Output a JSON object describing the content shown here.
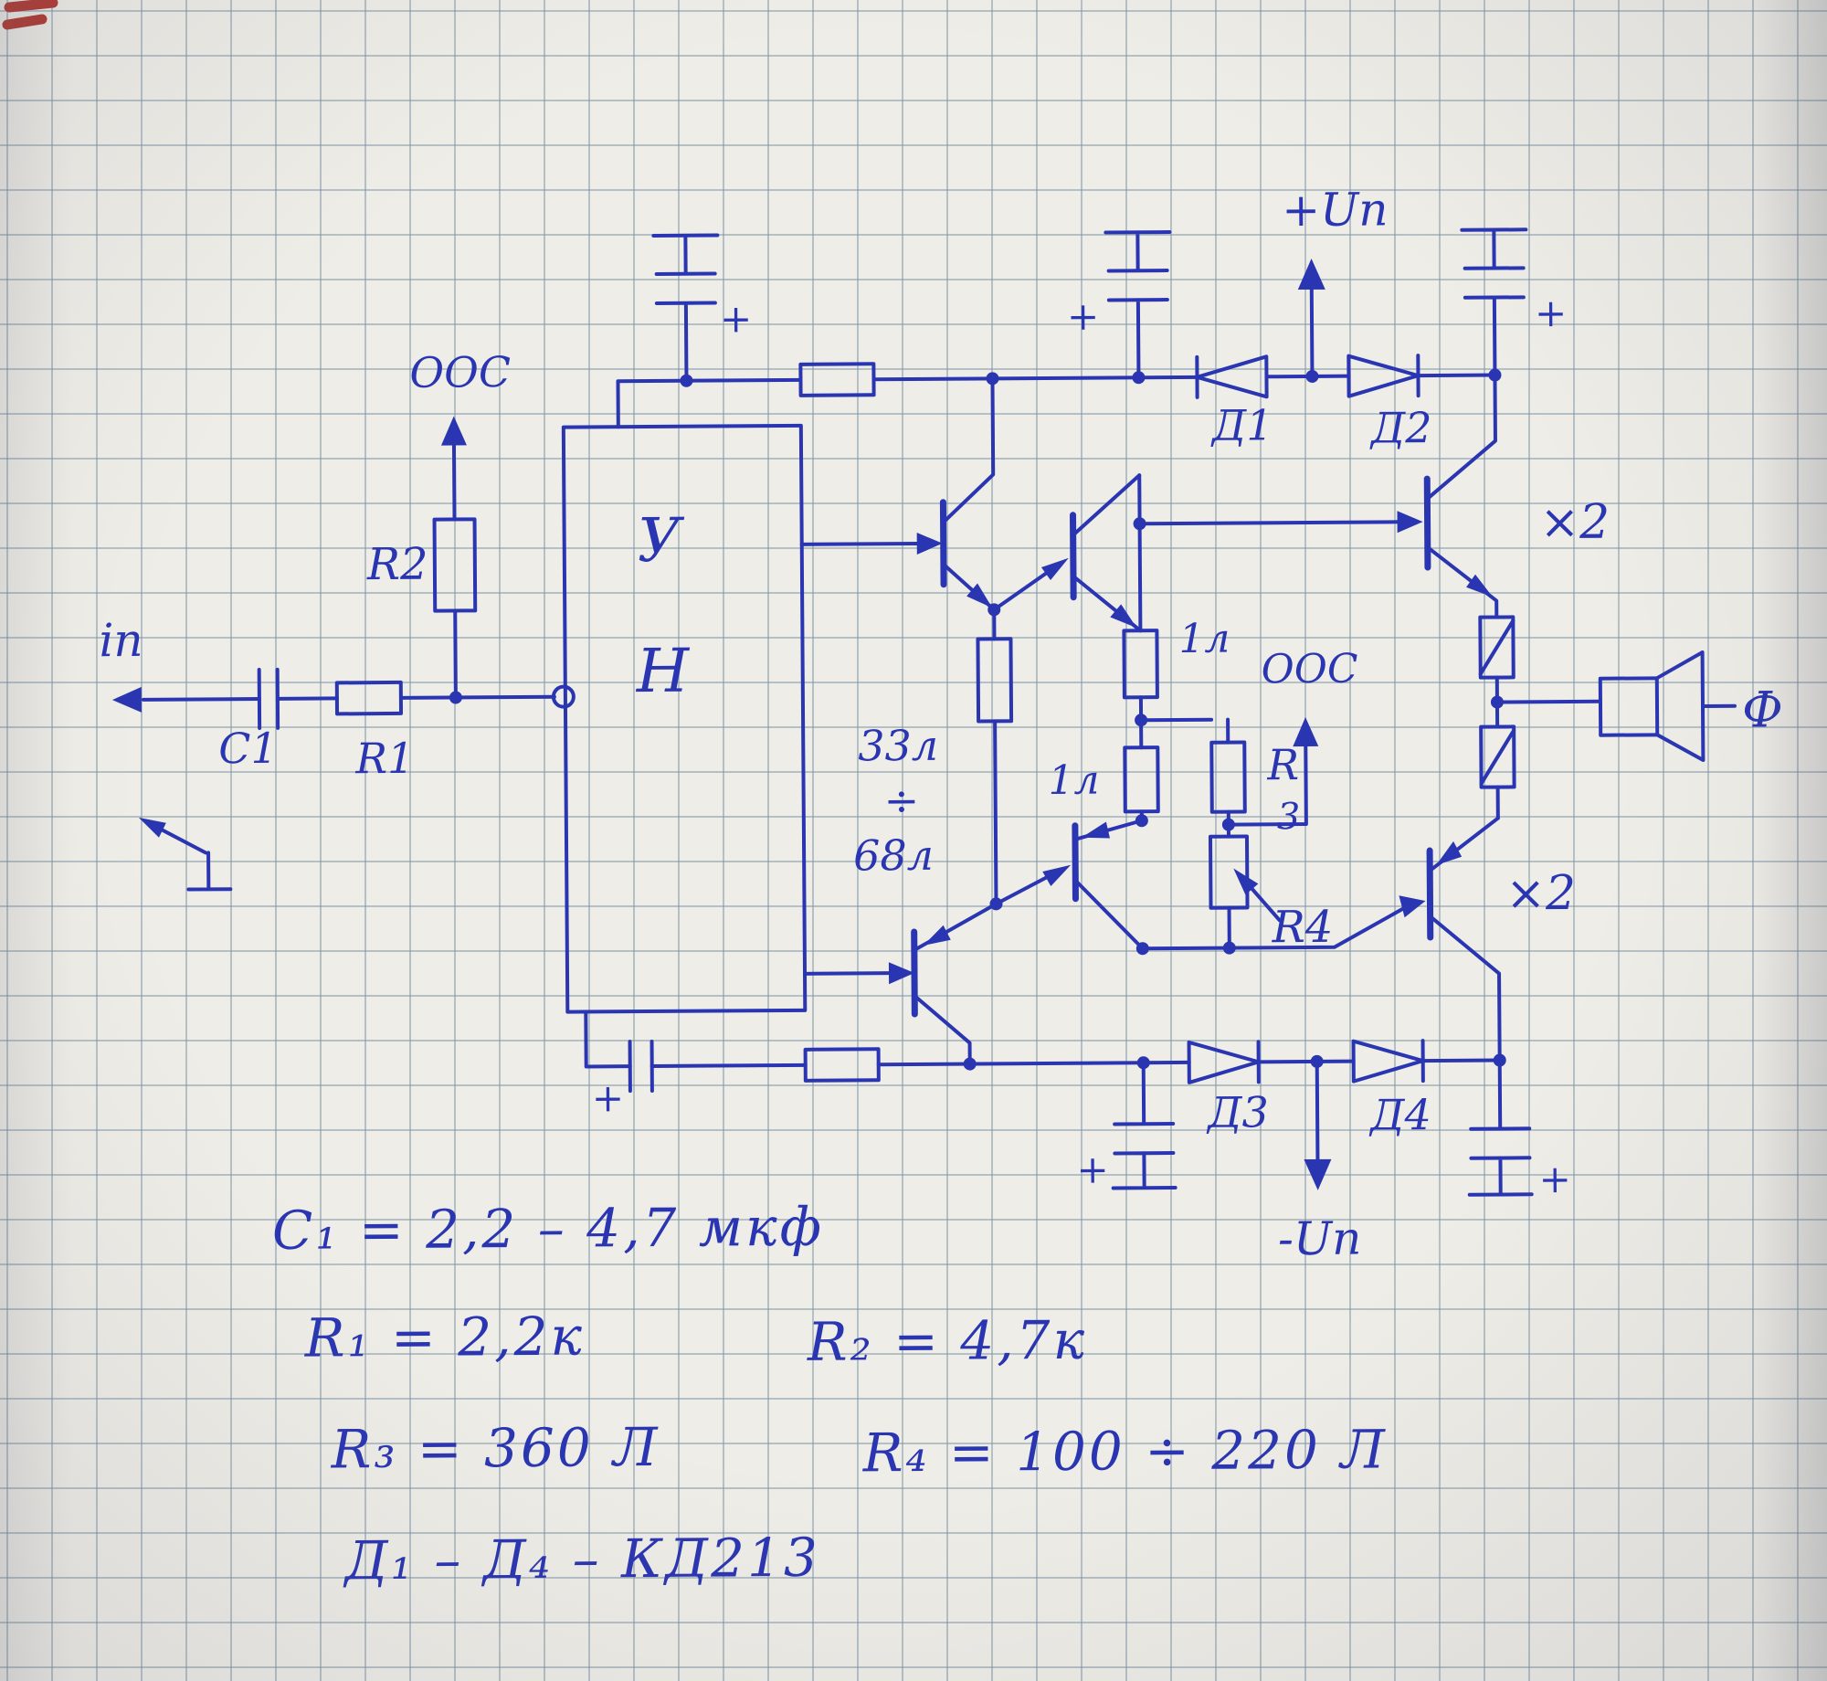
{
  "page": {
    "kind": "hand-drawn circuit schematic on graph paper",
    "ink_color": "#2a35b2",
    "paper_color": "#efede7",
    "grid_color": "#7c93a4"
  },
  "labels": {
    "ooc_left": "ООС",
    "r2": "R2",
    "input": "in",
    "c1": "C1",
    "r1": "R1",
    "amp_u": "У",
    "amp_n": "Н",
    "r33": "33л",
    "divide": "÷",
    "r68": "68л",
    "d1": "Д1",
    "d2": "Д2",
    "vplus": "+Uп",
    "x2_top": "×2",
    "r_1l_top": "1л",
    "ooc_right": "ООС",
    "r3_letter": "R",
    "r3_index": "3",
    "r_1l_bottom": "1л",
    "r4": "R4",
    "x2_bottom": "×2",
    "d3": "Д3",
    "d4": "Д4",
    "vminus": "-Uп",
    "speaker_out": "Ф",
    "plus": "+"
  },
  "notes": {
    "c1_value": "C₁ = 2,2 – 4,7 мкф",
    "r1_value": "R₁ = 2,2к",
    "r2_value": "R₂ = 4,7к",
    "r3_value": "R₃ = 360 Л",
    "r4_value": "R₄ = 100 ÷ 220 Л",
    "diodes": "Д₁ – Д₄ – КД213"
  }
}
